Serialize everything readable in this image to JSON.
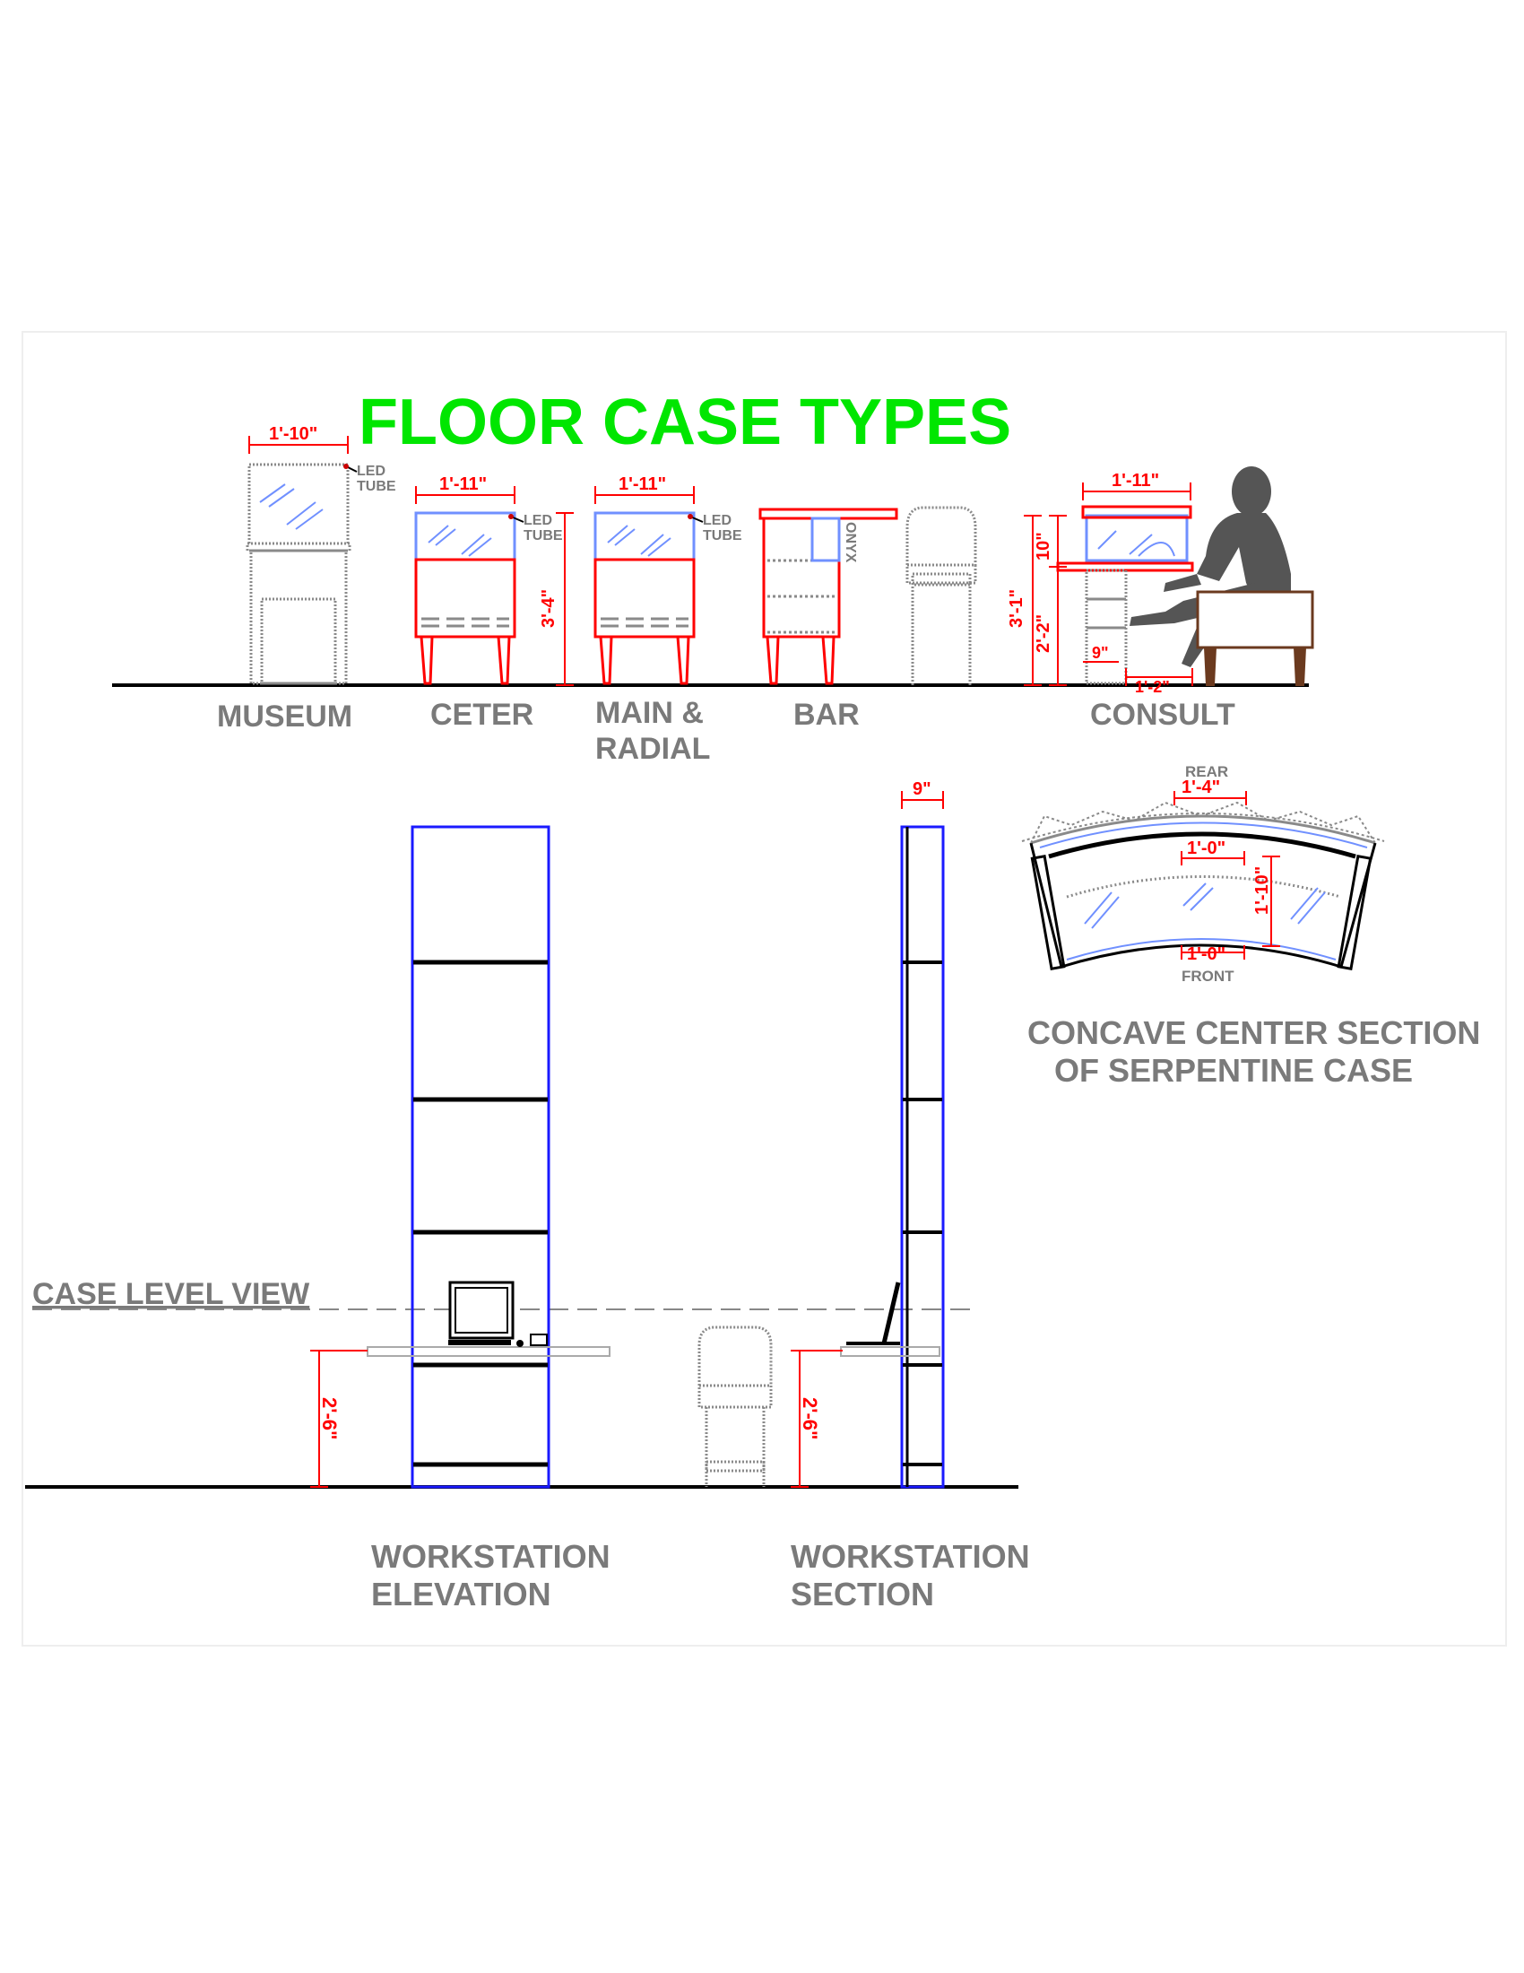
{
  "title": "FLOOR CASE TYPES",
  "colors": {
    "title": "#00e600",
    "dimension": "#ff0000",
    "label": "#7a7a7a",
    "workstation": "#1a1aff"
  },
  "case_types": [
    {
      "label_lines": [
        "MUSEUM"
      ],
      "width_dim": "1'-10\"",
      "note": [
        "LED",
        "TUBE"
      ]
    },
    {
      "label_lines": [
        "CETER"
      ],
      "width_dim": "1'-11\"",
      "note": [
        "LED",
        "TUBE"
      ]
    },
    {
      "label_lines": [
        "MAIN &",
        "RADIAL"
      ],
      "width_dim": "1'-11\"",
      "height_dim": "3'-4\"",
      "note": [
        "LED",
        "TUBE"
      ]
    },
    {
      "label_lines": [
        "BAR"
      ],
      "note": [
        "ONYX"
      ]
    },
    {
      "label_lines": [
        "CONSULT"
      ],
      "width_dim": "1'-11\"",
      "dims": [
        "10\"",
        "3'-1\"",
        "2'-2\"",
        "9\"",
        "1'-2\""
      ]
    }
  ],
  "serpentine": {
    "label_lines": [
      "CONCAVE CENTER SECTION",
      "OF SERPENTINE CASE"
    ],
    "rear": "REAR",
    "front": "FRONT",
    "dims": [
      "1'-4\"",
      "1'-0\"",
      "1'-10\"",
      "1'-0\""
    ]
  },
  "workstation": {
    "case_level": "CASE LEVEL VIEW",
    "elevation_label": [
      "WORKSTATION",
      "ELEVATION"
    ],
    "section_label": [
      "WORKSTATION",
      "SECTION"
    ],
    "section_width_dim": "9\"",
    "height_dim": "2'-6\""
  }
}
